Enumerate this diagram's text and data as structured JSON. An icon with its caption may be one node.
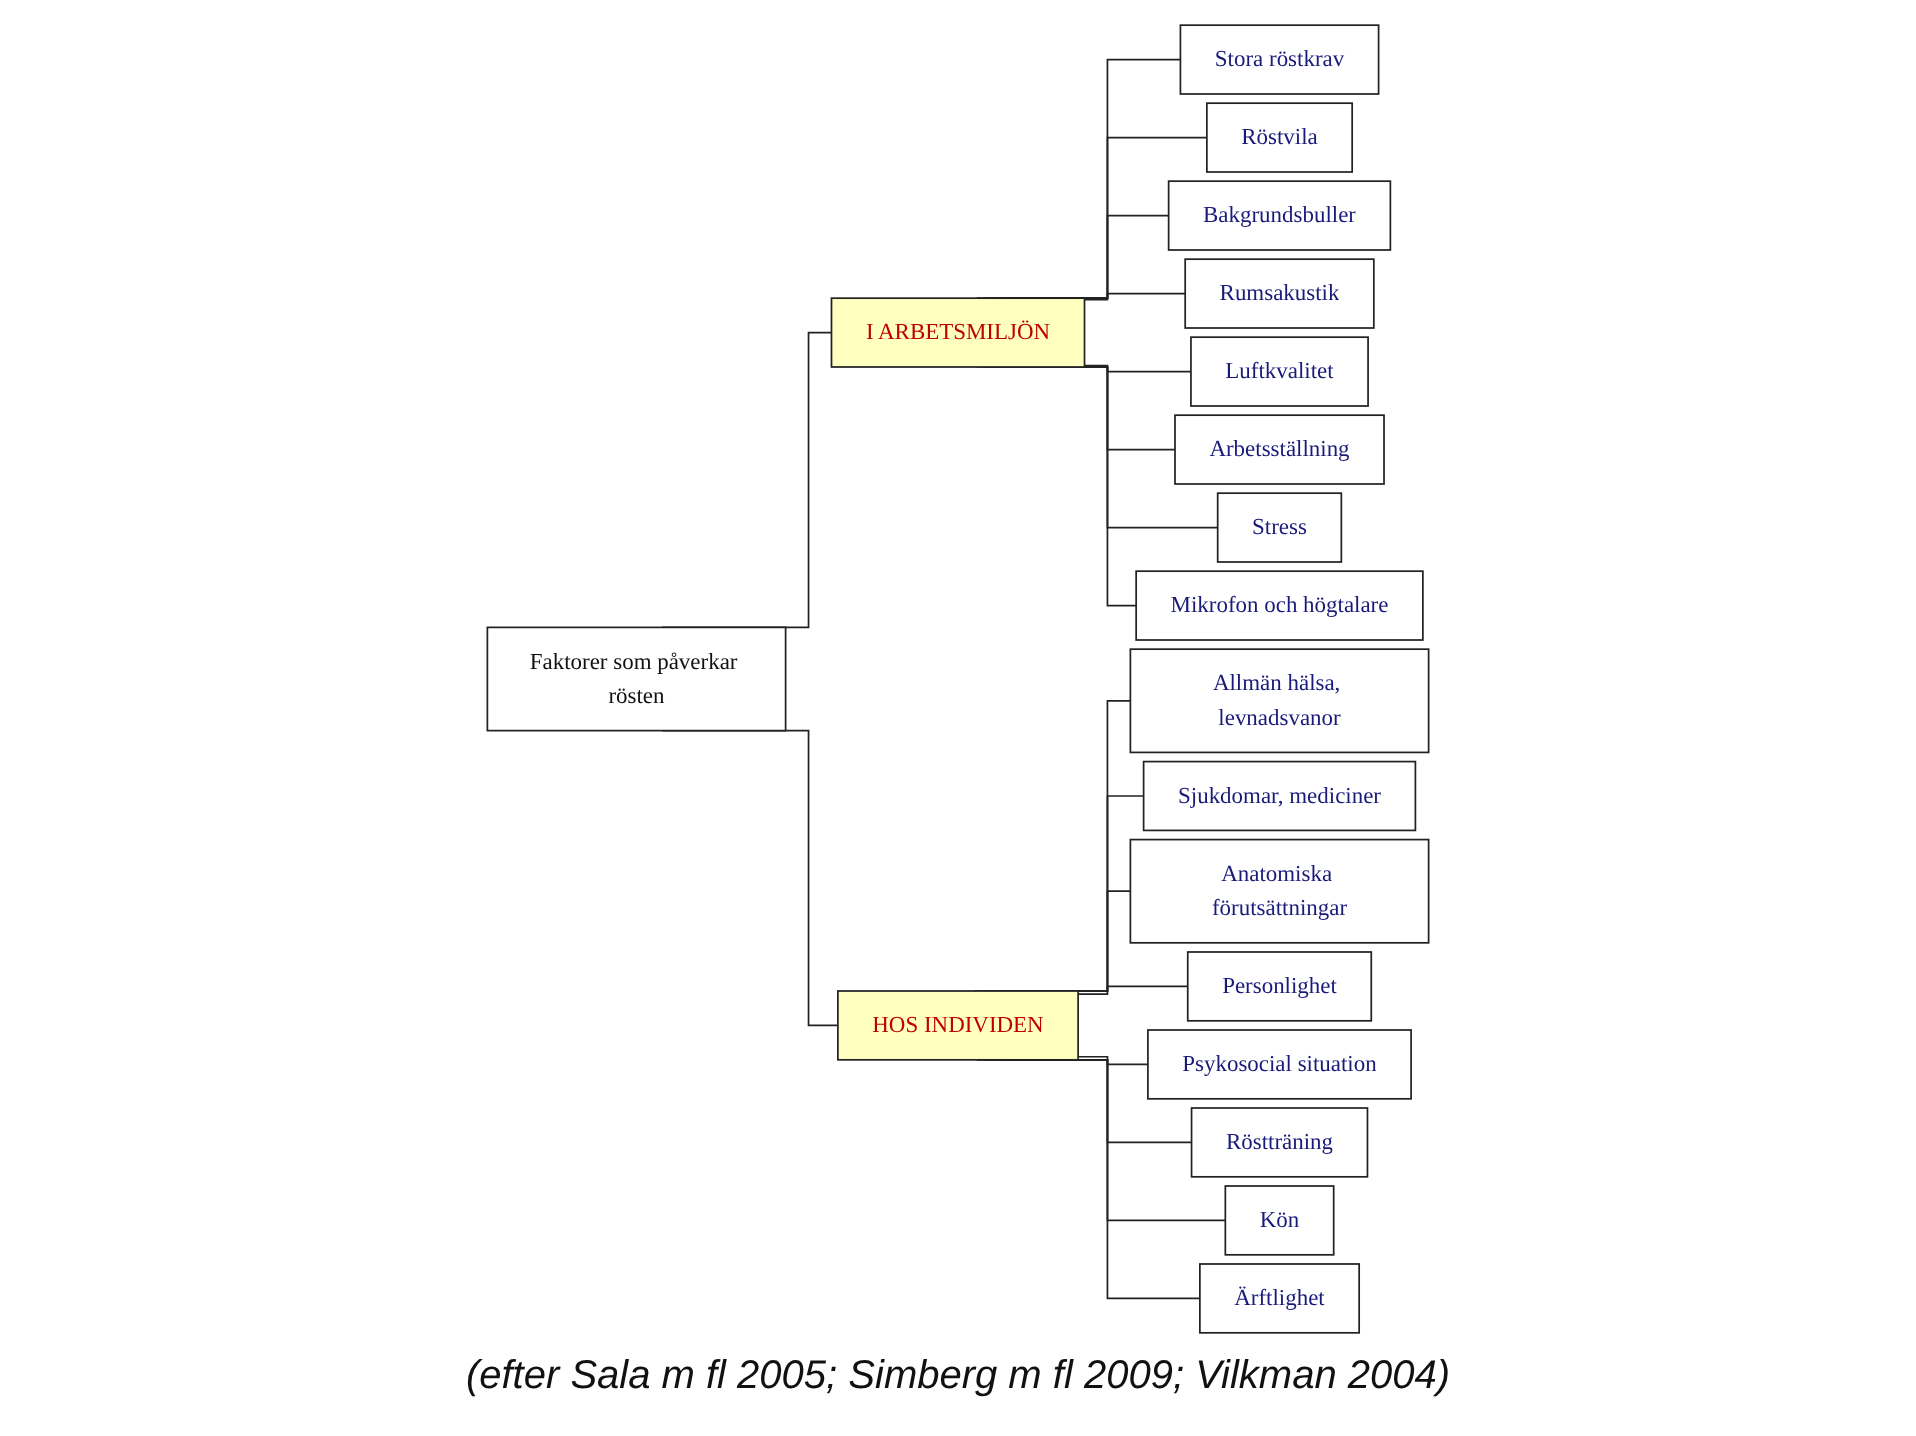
{
  "diagram": {
    "caption": "(efter Sala m fl 2005; Simberg m fl 2009; Vilkman 2004)",
    "nodes": [
      {
        "text": [
          "Faktorer som påverkar rösten"
        ]
      },
      {
        "text": [
          "I ARBETSMILJÖN"
        ]
      },
      {
        "text": [
          "Stora röstkrav"
        ]
      },
      {
        "text": [
          "Röstvila"
        ]
      },
      {
        "text": [
          "Bakgrundsbuller"
        ]
      },
      {
        "text": [
          "Rumsakustik"
        ]
      },
      {
        "text": [
          "Luftkvalitet"
        ]
      },
      {
        "text": [
          "Arbetsställning"
        ]
      },
      {
        "text": [
          "Stress"
        ]
      },
      {
        "text": [
          "Mikrofon och högtalare"
        ]
      },
      {
        "text": [
          "HOS INDIVIDEN"
        ]
      },
      {
        "text": [
          "Allmän hälsa, levnadsvanor"
        ]
      },
      {
        "text": [
          "Sjukdomar, mediciner"
        ]
      },
      {
        "text": [
          "Anatomiska förutsättningar"
        ]
      },
      {
        "text": [
          "Personlighet"
        ]
      },
      {
        "text": [
          "Psykosocial situation"
        ]
      },
      {
        "text": [
          "Röstträning"
        ]
      },
      {
        "text": [
          "Kön"
        ]
      },
      {
        "text": [
          "Ärftlighet"
        ]
      }
    ],
    "edges": [
      {
        "from": 0,
        "to": 1,
        "arrow": "none"
      },
      {
        "from": 0,
        "to": 10,
        "arrow": "none"
      },
      {
        "from": 1,
        "to": 2,
        "arrow": "none"
      },
      {
        "from": 1,
        "to": 3,
        "arrow": "none"
      },
      {
        "from": 1,
        "to": 4,
        "arrow": "none"
      },
      {
        "from": 1,
        "to": 5,
        "arrow": "none"
      },
      {
        "from": 1,
        "to": 6,
        "arrow": "none"
      },
      {
        "from": 1,
        "to": 7,
        "arrow": "none"
      },
      {
        "from": 1,
        "to": 8,
        "arrow": "none"
      },
      {
        "from": 1,
        "to": 9,
        "arrow": "none"
      },
      {
        "from": 10,
        "to": 11,
        "arrow": "none"
      },
      {
        "from": 10,
        "to": 12,
        "arrow": "none"
      },
      {
        "from": 10,
        "to": 13,
        "arrow": "none"
      },
      {
        "from": 10,
        "to": 14,
        "arrow": "none"
      },
      {
        "from": 10,
        "to": 15,
        "arrow": "none"
      },
      {
        "from": 10,
        "to": 16,
        "arrow": "none"
      },
      {
        "from": 10,
        "to": 17,
        "arrow": "none"
      },
      {
        "from": 10,
        "to": 18,
        "arrow": "none"
      }
    ]
  }
}
